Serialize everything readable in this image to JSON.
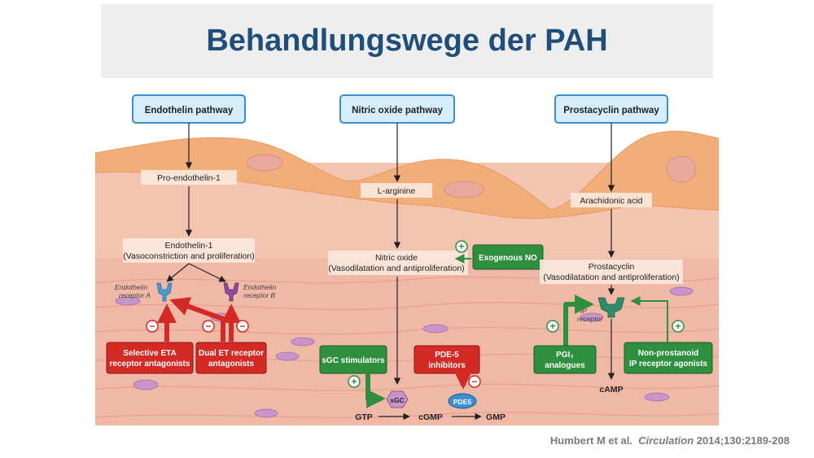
{
  "title": "Behandlungswege der PAH",
  "citation": {
    "authors": "Humbert M et al.",
    "journal": "Circulation",
    "details": "2014;130:2189-208"
  },
  "pathways": {
    "endothelin": {
      "header": "Endothelin pathway",
      "precursor": "Pro-endothelin-1",
      "product": "Endothelin-1",
      "product_note": "(Vasoconstriction and proliferation)",
      "receptor_a": [
        "Endothelin",
        "receptor A"
      ],
      "receptor_b": [
        "Endothelin",
        "receptor B"
      ],
      "drug_selective": [
        "Selective ETA",
        "receptor antagonists"
      ],
      "drug_dual": [
        "Dual ET receptor",
        "antagonists"
      ]
    },
    "nitric_oxide": {
      "header": "Nitric oxide pathway",
      "precursor": "L-arginine",
      "product": "Nitric oxide",
      "product_note": "(Vasodilatation and antiproliferation)",
      "exogenous": "Exogenous NO",
      "drug_sgc": "sGC stimulators",
      "drug_pde5": [
        "PDE-5",
        "inhibitors"
      ],
      "enzyme_sgc": "sGC",
      "enzyme_pde5": "PDE5",
      "gtp": "GTP",
      "cgmp": "cGMP",
      "gmp": "GMP"
    },
    "prostacyclin": {
      "header": "Prostacyclin pathway",
      "precursor": "Arachidonic acid",
      "product": "Prostacyclin",
      "product_note": "(Vasodilatation and antiproliferation)",
      "receptor": [
        "IP",
        "receptor"
      ],
      "drug_pgi2": [
        "PGI₂",
        "analogues"
      ],
      "drug_nonprostanoid": [
        "Non-prostanoid",
        "IP receptor agonists"
      ],
      "camp": "cAMP"
    }
  },
  "symbols": {
    "plus": "+",
    "minus": "−"
  },
  "colors": {
    "title": "#1f4e79",
    "header_fill": "#d6eefb",
    "header_border": "#3a8fd0",
    "inhibitor_red": "#d42a26",
    "stimulator_green": "#2e8f3e",
    "endothelium": "#f1b17e",
    "smooth_muscle": "#f4cbb8"
  }
}
